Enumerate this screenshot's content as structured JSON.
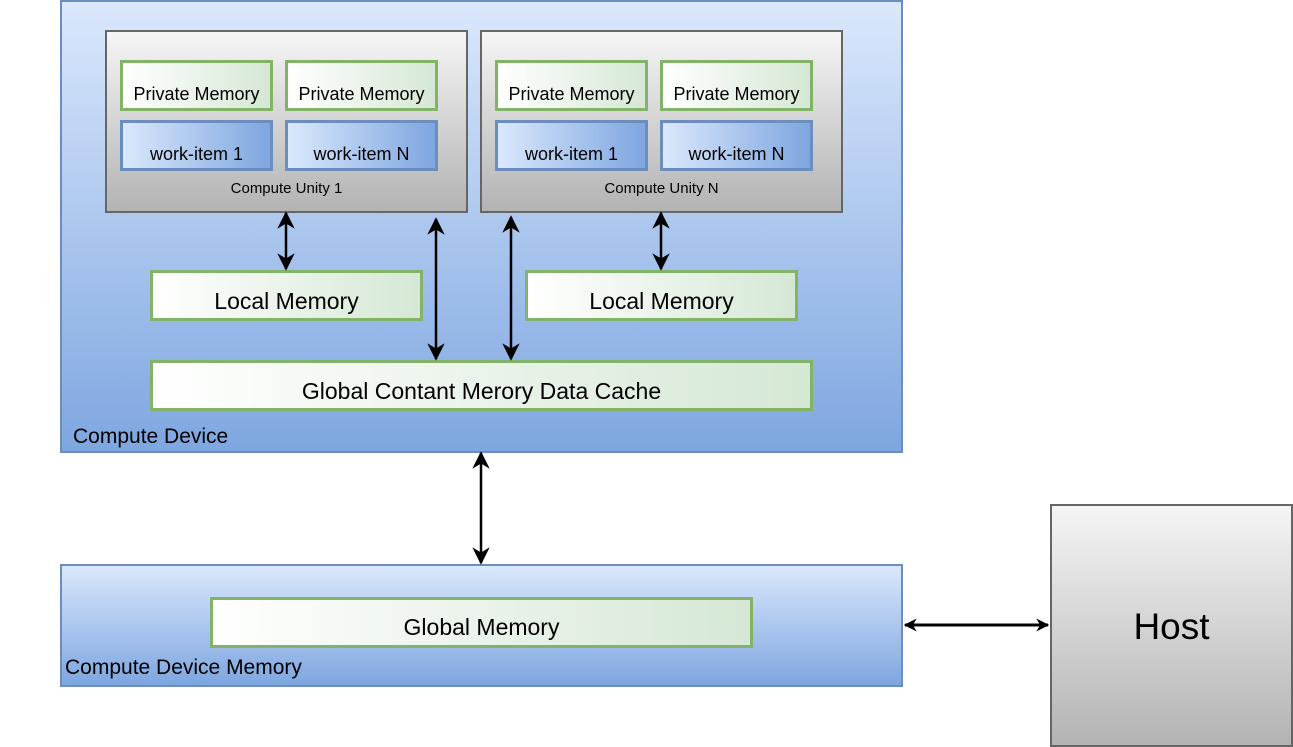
{
  "compute_device": {
    "label": "Compute Device",
    "compute_units": [
      {
        "label": "Compute Unity 1",
        "private_memory": [
          "Private Memory",
          "Private Memory"
        ],
        "work_items": [
          "work-item 1",
          "work-item N"
        ]
      },
      {
        "label": "Compute Unity N",
        "private_memory": [
          "Private Memory",
          "Private Memory"
        ],
        "work_items": [
          "work-item 1",
          "work-item N"
        ]
      }
    ],
    "local_memory": [
      "Local Memory",
      "Local Memory"
    ],
    "global_cache": "Global Contant Merory Data Cache"
  },
  "device_memory": {
    "label": "Compute Device Memory",
    "global_memory": "Global Memory"
  },
  "host": {
    "label": "Host"
  },
  "colors": {
    "device_fill_top": "#dae8fc",
    "device_fill_bottom": "#7ea6e0",
    "device_stroke": "#6c8ebf",
    "memory_fill": "#d5e8d4",
    "memory_stroke": "#82b366",
    "unit_stroke": "#666666"
  }
}
